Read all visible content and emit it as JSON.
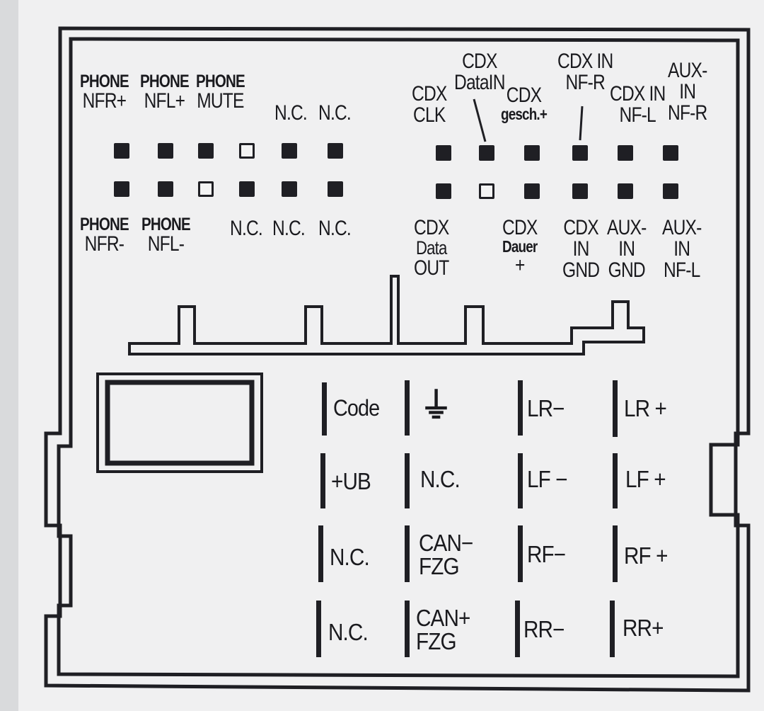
{
  "colors": {
    "ink": "#1f1f24",
    "panel": "#f0f0f1",
    "background": "#d9dadc"
  },
  "left_connector": {
    "top_labels": [
      {
        "lines": [
          "PHONE",
          "NFR+"
        ]
      },
      {
        "lines": [
          "PHONE",
          "NFL+"
        ]
      },
      {
        "lines": [
          "PHONE",
          "MUTE"
        ]
      },
      {
        "lines": [
          "N.C."
        ]
      },
      {
        "lines": [
          "N.C."
        ]
      }
    ],
    "bottom_labels": [
      {
        "lines": [
          "PHONE",
          "NFR-"
        ]
      },
      {
        "lines": [
          "PHONE",
          "NFL-"
        ]
      },
      {
        "lines": [
          "N.C."
        ]
      },
      {
        "lines": [
          "N.C."
        ]
      },
      {
        "lines": [
          "N.C."
        ]
      }
    ]
  },
  "right_connector": {
    "top_labels": [
      {
        "lines": [
          "CDX",
          "CLK"
        ]
      },
      {
        "lines": [
          "CDX",
          "DataIN"
        ]
      },
      {
        "lines": [
          "CDX",
          "gesch.+"
        ]
      },
      {
        "lines": [
          "CDX IN",
          "NF-R"
        ]
      },
      {
        "lines": [
          "CDX IN",
          "NF-L"
        ]
      },
      {
        "lines": [
          "AUX-",
          "IN",
          "NF-R"
        ]
      }
    ],
    "bottom_labels": [
      {
        "lines": [
          "CDX",
          "Data",
          "OUT"
        ]
      },
      {
        "lines": [
          "CDX",
          "Dauer",
          "+"
        ]
      },
      {
        "lines": [
          "CDX",
          "IN",
          "GND"
        ]
      },
      {
        "lines": [
          "AUX-",
          "IN",
          "GND"
        ]
      },
      {
        "lines": [
          "AUX-",
          "IN",
          "NF-L"
        ]
      }
    ]
  },
  "power_speaker_pins": [
    {
      "lines": [
        "Code"
      ]
    },
    {
      "lines": [
        "⏚"
      ],
      "icon": "ground-icon"
    },
    {
      "lines": [
        "LR−"
      ]
    },
    {
      "lines": [
        "LR +"
      ]
    },
    {
      "lines": [
        "+UB"
      ]
    },
    {
      "lines": [
        "N.C."
      ]
    },
    {
      "lines": [
        "LF −"
      ]
    },
    {
      "lines": [
        "LF +"
      ]
    },
    {
      "lines": [
        "N.C."
      ]
    },
    {
      "lines": [
        "CAN−",
        "FZG"
      ]
    },
    {
      "lines": [
        "RF−"
      ]
    },
    {
      "lines": [
        "RF +"
      ]
    },
    {
      "lines": [
        "N.C."
      ]
    },
    {
      "lines": [
        "CAN+",
        "FZG"
      ]
    },
    {
      "lines": [
        "RR−"
      ]
    },
    {
      "lines": [
        "RR+"
      ]
    }
  ]
}
